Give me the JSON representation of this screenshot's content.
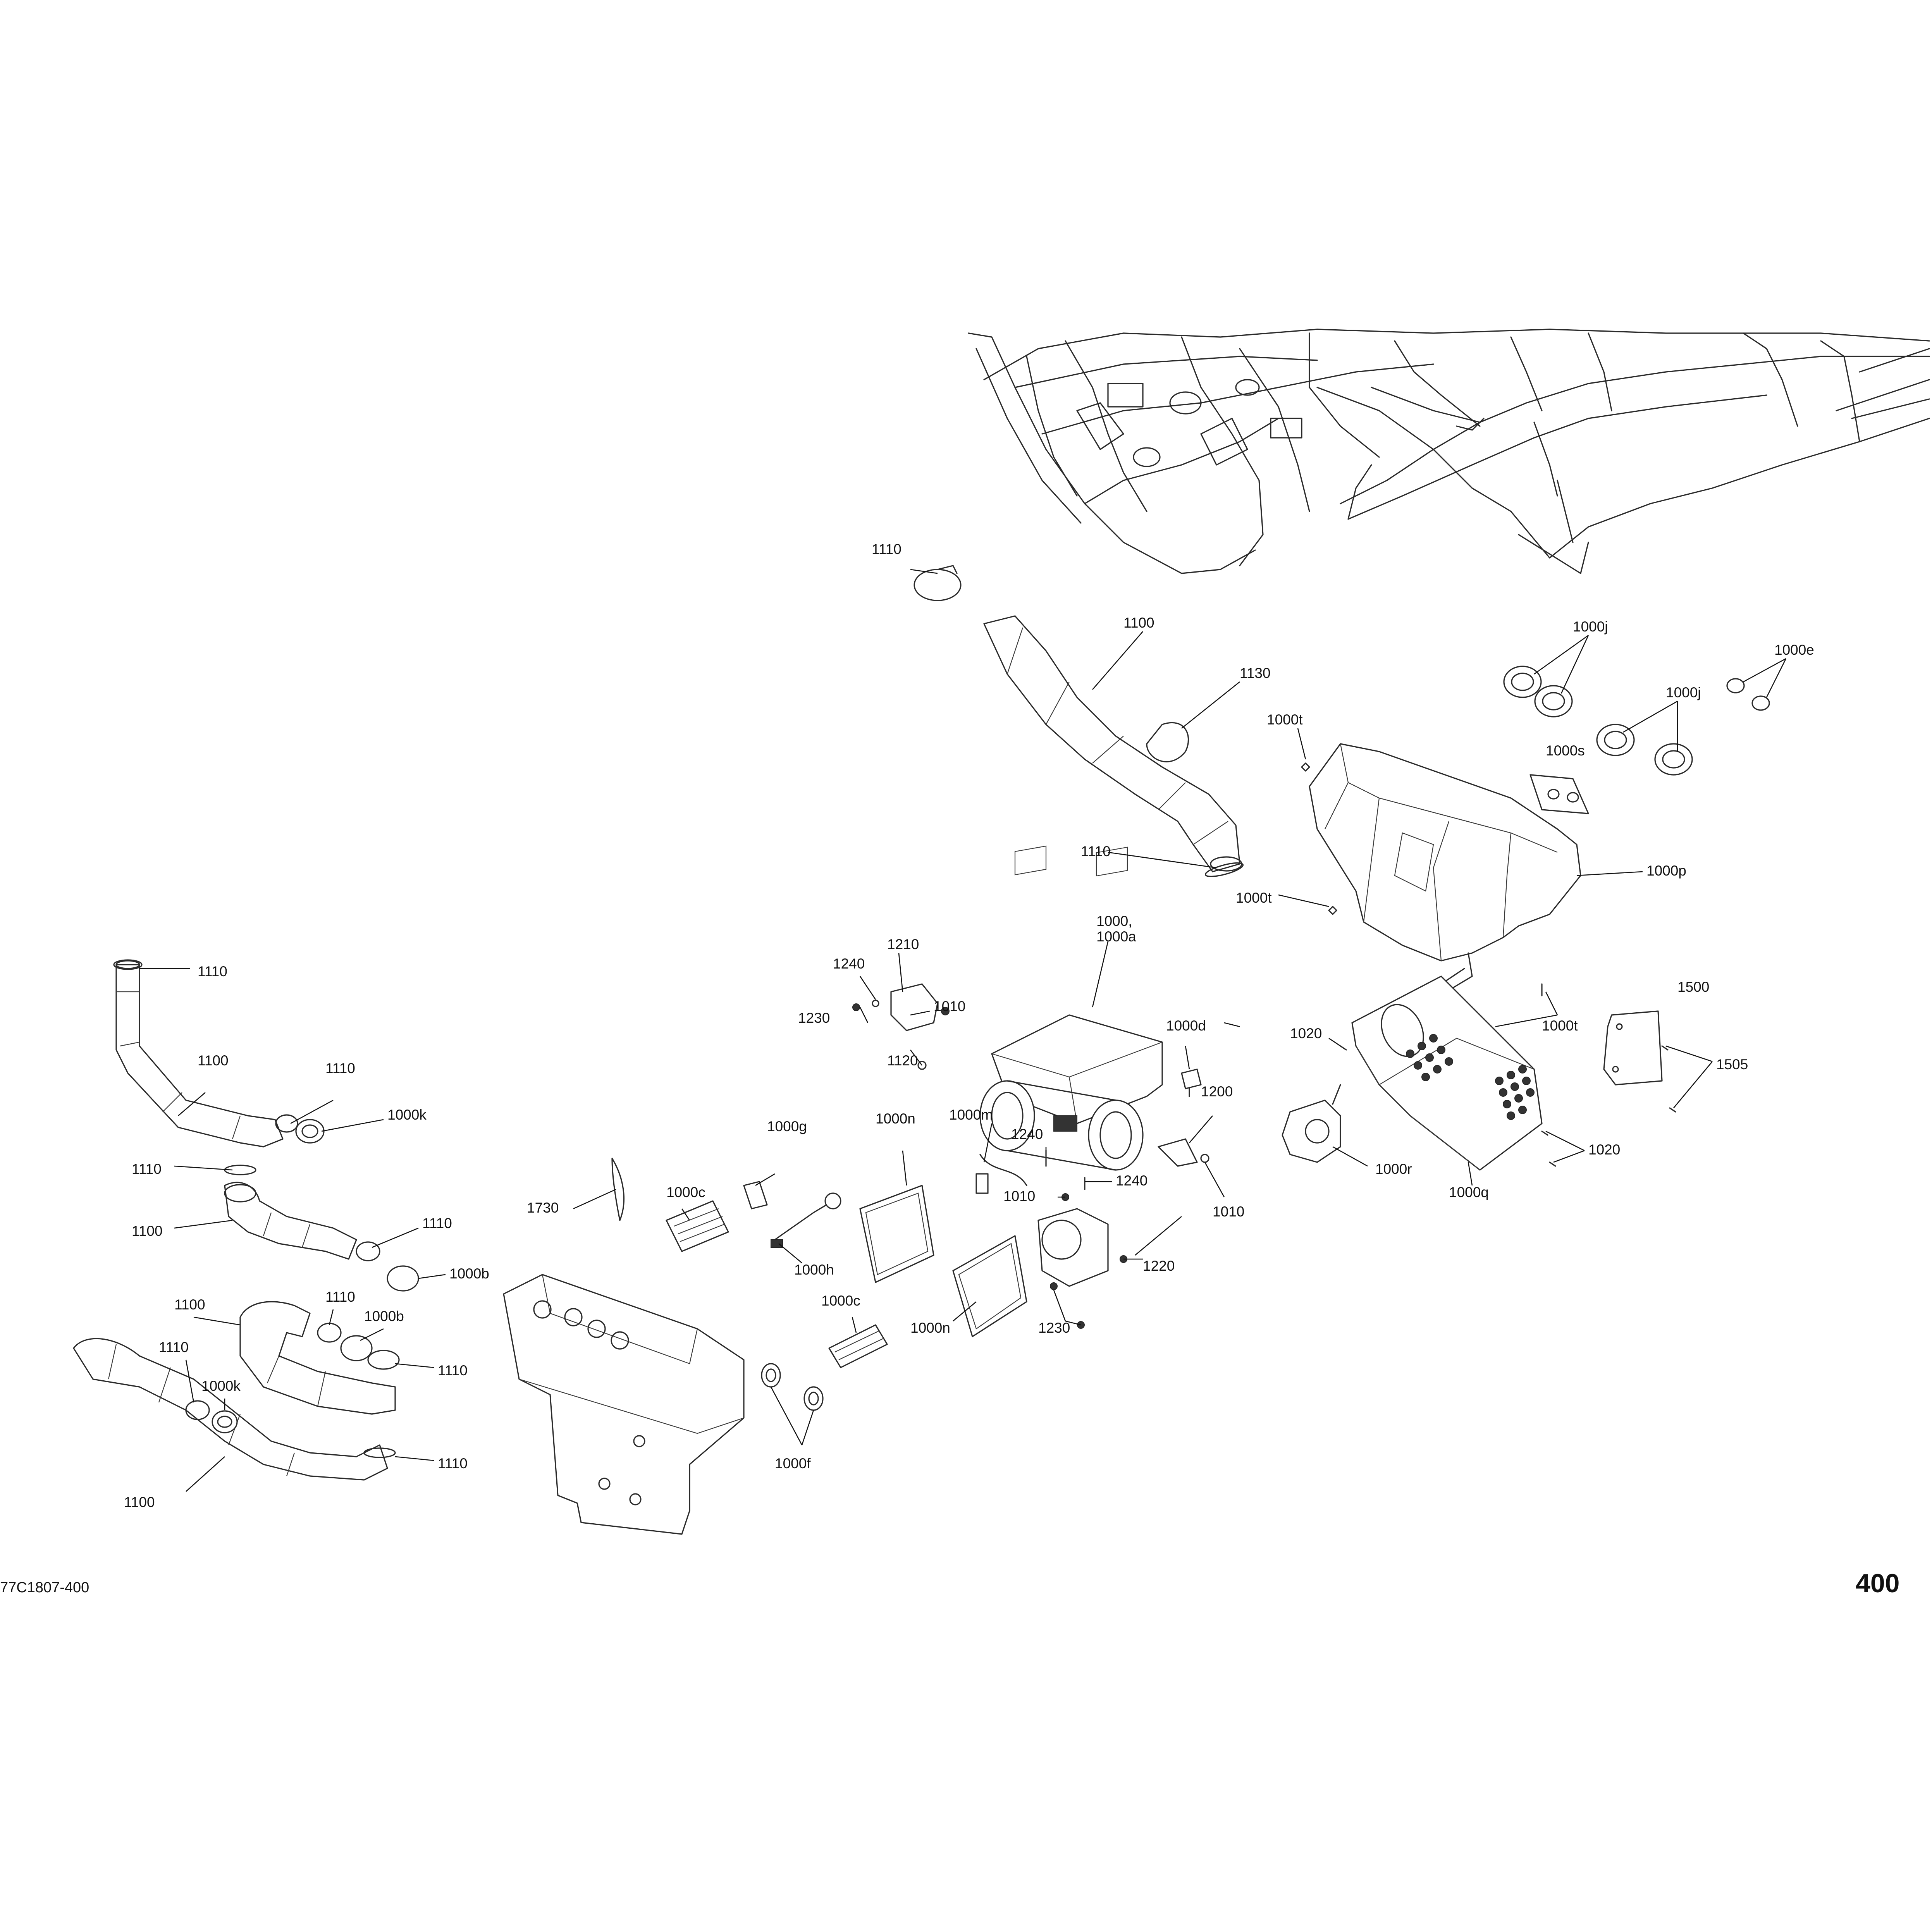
{
  "diagram": {
    "page_number": "400",
    "drawing_number": "77C1807-400",
    "callouts": {
      "c1110_top": "1110",
      "c1100_top": "1100",
      "c1130": "1130",
      "c1110_mid": "1110",
      "c1000j_a": "1000j",
      "c1000j_b": "1000j",
      "c1000e": "1000e",
      "c1000t_a": "1000t",
      "c1000s": "1000s",
      "c1000t_b": "1000t",
      "c1000p": "1000p",
      "c1000t_c": "1000t",
      "c1500": "1500",
      "c1505": "1505",
      "c1020_a": "1020",
      "c1020_b": "1020",
      "c1000q": "1000q",
      "c1000r": "1000r",
      "c1240_a": "1240",
      "c1210": "1210",
      "c1010_a": "1010",
      "c1230_a": "1230",
      "c1120": "1120",
      "c1000": "1000,",
      "c1000a": "1000a",
      "c1000d": "1000d",
      "c1200": "1200",
      "c1010_b": "1010",
      "c1000m": "1000m",
      "c1240_b": "1240",
      "c1240_c": "1240",
      "c1010_c": "1010",
      "c1220": "1220",
      "c1230_b": "1230",
      "c1000n_a": "1000n",
      "c1000n_b": "1000n",
      "c1000g": "1000g",
      "c1000c_a": "1000c",
      "c1000h": "1000h",
      "c1000c_b": "1000c",
      "c1730": "1730",
      "c1000f": "1000f",
      "c1110_l1": "1110",
      "c1100_l1": "1100",
      "c1110_l2": "1110",
      "c1000k_a": "1000k",
      "c1110_l3": "1110",
      "c1100_l2": "1100",
      "c1110_l4": "1110",
      "c1000b_a": "1000b",
      "c1100_l3": "1100",
      "c1110_l5": "1110",
      "c1000b_b": "1000b",
      "c1110_l6": "1110",
      "c1110_l7": "1110",
      "c1000k_b": "1000k",
      "c1100_l4": "1100",
      "c1110_l8": "1110"
    }
  }
}
